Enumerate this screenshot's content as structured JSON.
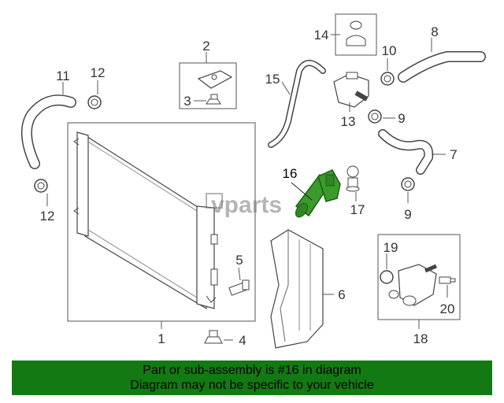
{
  "watermark": "vparts",
  "highlight_color": "#3a9a2a",
  "banner": {
    "color": "#137a13",
    "line1": "Part or sub-assembly is #16 in diagram",
    "line2": "Diagram may not be specific to your vehicle"
  },
  "callouts": {
    "c1": "1",
    "c2": "2",
    "c3": "3",
    "c4": "4",
    "c5": "5",
    "c6": "6",
    "c7": "7",
    "c8": "8",
    "c9a": "9",
    "c9b": "9",
    "c10": "10",
    "c11": "11",
    "c12a": "12",
    "c12b": "12",
    "c13": "13",
    "c14": "14",
    "c15": "15",
    "c16": "16",
    "c17": "17",
    "c18": "18",
    "c19": "19",
    "c20": "20"
  }
}
